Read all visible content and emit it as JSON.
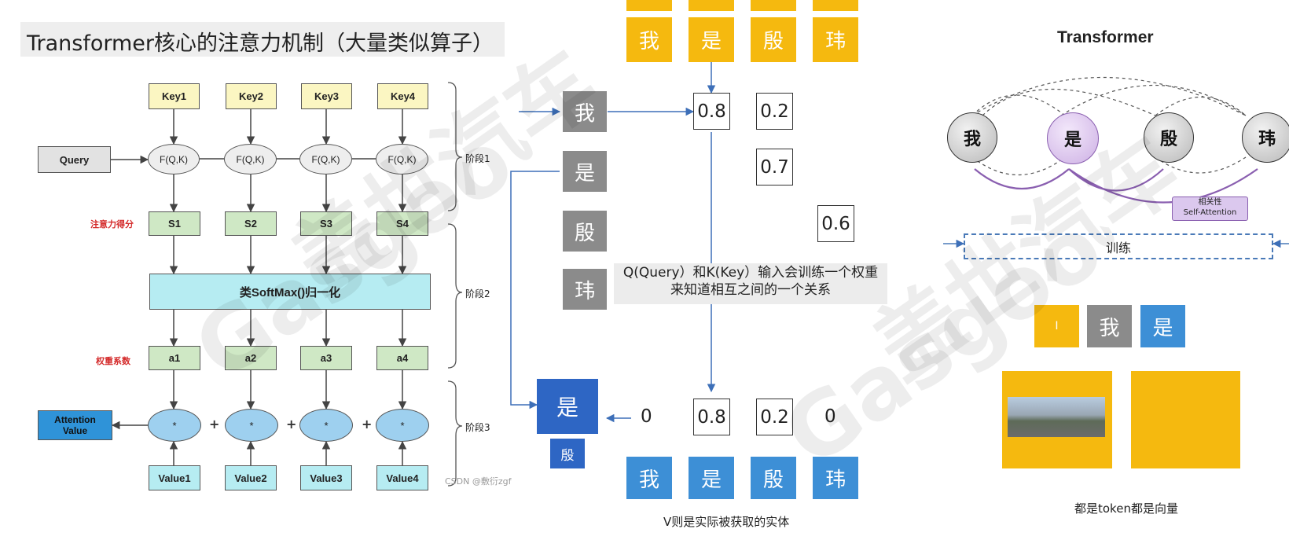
{
  "left": {
    "title": "Transformer核心的注意力机制（大量类似算子）",
    "keys": [
      "Key1",
      "Key2",
      "Key3",
      "Key4"
    ],
    "query": "Query",
    "fqk": [
      "F(Q,K)",
      "F(Q,K)",
      "F(Q,K)",
      "F(Q,K)"
    ],
    "scores": [
      "S1",
      "S2",
      "S3",
      "S4"
    ],
    "softmax": "类SoftMax()归一化",
    "weights": [
      "a1",
      "a2",
      "a3",
      "a4"
    ],
    "star": "*",
    "plus": "+",
    "values": [
      "Value1",
      "Value2",
      "Value3",
      "Value4"
    ],
    "attention_line1": "Attention",
    "attention_line2": "Value",
    "score_label": "注意力得分",
    "weight_label": "权重系数",
    "stages": [
      "阶段1",
      "阶段2",
      "阶段3"
    ],
    "source": "CSDN @敷衍zgf"
  },
  "middle": {
    "tokens": [
      "我",
      "是",
      "殷",
      "玮"
    ],
    "scores_row1": [
      "0.8",
      "0.2"
    ],
    "score_r2": "0.7",
    "score_r3": "0.6",
    "output_main": "是",
    "output_sub": "殷",
    "weighted": [
      "0",
      "0.8",
      "0.2",
      "0"
    ],
    "note_line1": "Q(Query）和K(Key）输入会训练一个权重",
    "note_line2": "来知道相互之间的一个关系",
    "caption": "V则是实际被获取的实体"
  },
  "right": {
    "title": "Transformer",
    "circles": [
      "我",
      "是",
      "殷",
      "玮"
    ],
    "badge_line1": "相关性",
    "badge_line2": "Self-Attention",
    "train_label": "训练",
    "small_tiles": [
      "I",
      "我",
      "是"
    ],
    "caption": "都是token都是向量"
  },
  "watermarks": [
    "盖世汽车",
    "Gasgoo",
    "盖世汽车",
    "Gasgoo"
  ],
  "colors": {
    "gold": "#f5b90f",
    "gray": "#8b8b8b",
    "blue": "#3d8fd6",
    "dark_blue": "#2e66c4",
    "purple": "#cdb0e4",
    "softmax_cyan": "#b6ecf2",
    "key_yellow": "#fbf6c2",
    "score_green": "#cfe8c5",
    "attention_blue": "#2f93d8",
    "arrow_blue": "#3d6fb8"
  }
}
